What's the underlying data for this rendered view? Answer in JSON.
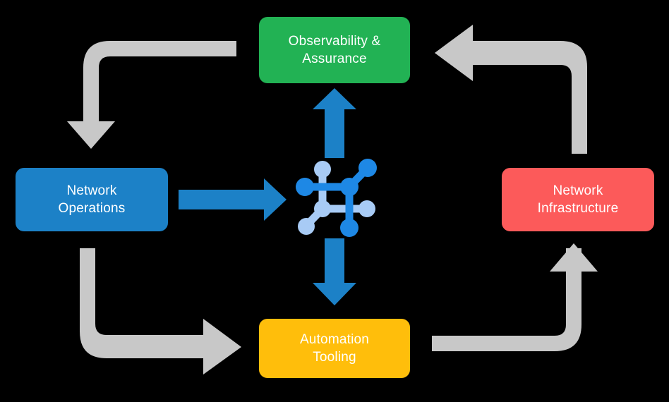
{
  "diagram": {
    "title": "Network automation lifecycle loop",
    "background_color": "#000000",
    "nodes": [
      {
        "id": "observability",
        "label": "Observability &\nAssurance",
        "color": "#22B254",
        "position": "top"
      },
      {
        "id": "network-operations",
        "label": "Network\nOperations",
        "color": "#1C81C7",
        "position": "left"
      },
      {
        "id": "network-infrastructure",
        "label": "Network\nInfrastructure",
        "color": "#FC5A5A",
        "position": "right"
      },
      {
        "id": "automation-tooling",
        "label": "Automation\nTooling",
        "color": "#FFBE0B",
        "position": "bottom"
      }
    ],
    "center_icon": {
      "name": "network-topology-icon",
      "primary_color": "#1E88E5",
      "secondary_color": "#A8CBF5"
    },
    "blue_arrows": {
      "color": "#1C81C7",
      "flows": [
        "network-operations -> center",
        "center -> observability",
        "center -> automation-tooling"
      ]
    },
    "gray_arrows": {
      "color": "#C8C8C8",
      "flows": [
        "observability -> network-operations",
        "network-infrastructure -> observability",
        "network-operations -> automation-tooling",
        "automation-tooling -> network-infrastructure"
      ]
    }
  }
}
